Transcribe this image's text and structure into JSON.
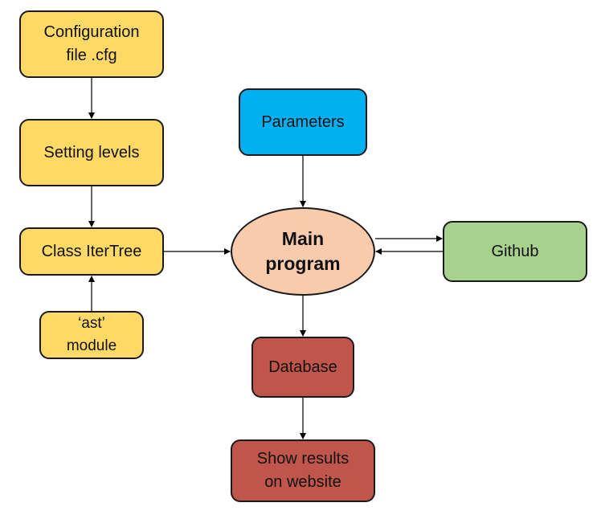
{
  "diagram": {
    "nodes": {
      "config": {
        "label": "Configuration\nfile .cfg",
        "color": "#ffd966"
      },
      "setting_levels": {
        "label": "Setting levels",
        "color": "#ffd966"
      },
      "class_itertree": {
        "label": "Class IterTree",
        "color": "#ffd966"
      },
      "ast_module": {
        "label": "‘ast’\nmodule",
        "color": "#ffd966"
      },
      "parameters": {
        "label": "Parameters",
        "color": "#00b0f0"
      },
      "main_program": {
        "label": "Main\nprogram",
        "color": "#f8cbad",
        "shape": "ellipse"
      },
      "github": {
        "label": "Github",
        "color": "#a9d18e"
      },
      "database": {
        "label": "Database",
        "color": "#c0564b"
      },
      "show_results": {
        "label": "Show results\non website",
        "color": "#c0564b"
      }
    },
    "edges": [
      {
        "from": "config",
        "to": "setting_levels"
      },
      {
        "from": "setting_levels",
        "to": "class_itertree"
      },
      {
        "from": "ast_module",
        "to": "class_itertree"
      },
      {
        "from": "class_itertree",
        "to": "main_program"
      },
      {
        "from": "parameters",
        "to": "main_program"
      },
      {
        "from": "main_program",
        "to": "github"
      },
      {
        "from": "github",
        "to": "main_program"
      },
      {
        "from": "main_program",
        "to": "database"
      },
      {
        "from": "database",
        "to": "show_results"
      }
    ]
  }
}
